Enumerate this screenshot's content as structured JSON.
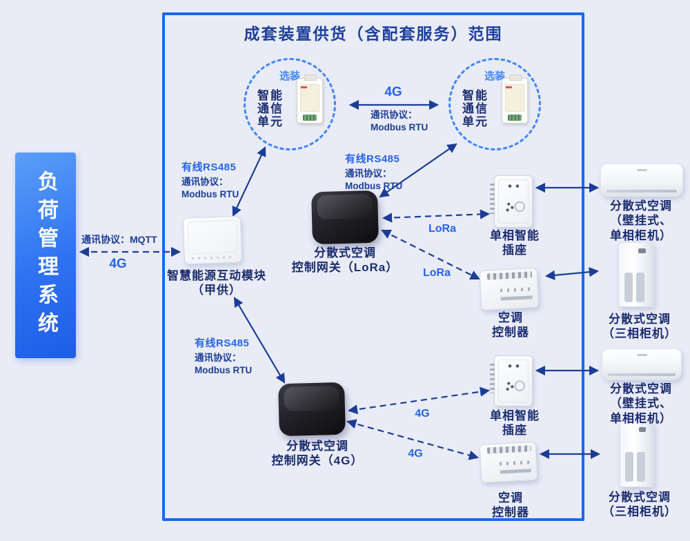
{
  "colors": {
    "background": "#e9ecf7",
    "box_border": "#1569f0",
    "line_navy": "#1c3d96",
    "label_navy": "#1b2c6e",
    "accent_blue": "#2563eb",
    "circle_blue": "#3f86f7"
  },
  "load_system": {
    "label": "负荷管理系统"
  },
  "supply_box": {
    "title": "成套装置供货（含配套服务）范围"
  },
  "optional_unit": {
    "badge": "选装",
    "label": "智能通信单元"
  },
  "links": {
    "mqtt": {
      "protocol": "通讯协议：MQTT",
      "tech": "4G"
    },
    "top_4g": {
      "tech": "4G",
      "protocol": "通讯协议：\nModbus RTU"
    },
    "rs485": {
      "title": "有线RS485",
      "protocol": "通讯协议：\nModbus RTU"
    },
    "lora": "LoRa",
    "g4": "4G"
  },
  "devices": {
    "energy_module": "智慧能源互动模块\n（甲供）",
    "gateway_lora": "分散式空调\n控制网关（LoRa）",
    "gateway_4g": "分散式空调\n控制网关（4G）",
    "smart_socket": "单相智能\n插座",
    "ac_controller": "空调\n控制器",
    "ac_wall": "分散式空调\n（壁挂式、\n单相柜机）",
    "ac_cabinet": "分散式空调\n（三相柜机）"
  }
}
